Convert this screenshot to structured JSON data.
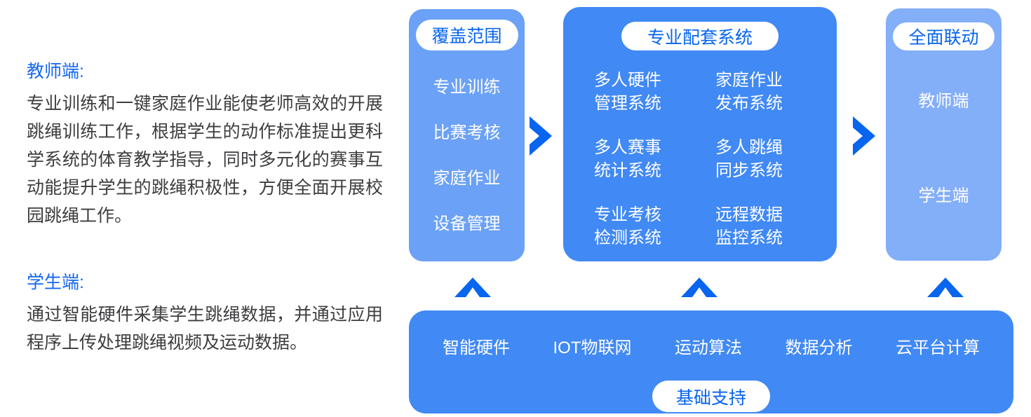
{
  "left_panel": {
    "teacher": {
      "label": "教师端:",
      "description": "专业训练和一键家庭作业能使老师高效的开展跳绳训练工作，根据学生的动作标准提出更科学系统的体育教学指导，同时多元化的赛事互动能提升学生的跳绳积极性，方便全面开展校园跳绳工作。"
    },
    "student": {
      "label": "学生端:",
      "description": "通过智能硬件采集学生跳绳数据，并通过应用程序上传处理跳绳视频及运动数据。"
    }
  },
  "coverage_box": {
    "title": "覆盖范围",
    "items": [
      "专业训练",
      "比赛考核",
      "家庭作业",
      "设备管理"
    ]
  },
  "systems_box": {
    "title": "专业配套系统",
    "items": [
      {
        "line1": "多人硬件",
        "line2": "管理系统"
      },
      {
        "line1": "家庭作业",
        "line2": "发布系统"
      },
      {
        "line1": "多人赛事",
        "line2": "统计系统"
      },
      {
        "line1": "多人跳绳",
        "line2": "同步系统"
      },
      {
        "line1": "专业考核",
        "line2": "检测系统"
      },
      {
        "line1": "远程数据",
        "line2": "监控系统"
      }
    ]
  },
  "linkage_box": {
    "title": "全面联动",
    "items": [
      "教师端",
      "学生端"
    ]
  },
  "foundation_bar": {
    "title": "基础支持",
    "items": [
      "智能硬件",
      "IOT物联网",
      "运动算法",
      "数据分析",
      "云平台计算"
    ]
  },
  "icons": {
    "right_arrows": "chevron-right-icon",
    "up_arrows": "chevron-up-icon"
  },
  "colors": {
    "accent_blue": "#0765EE",
    "light_box": "#6BA1F6",
    "lighter_box": "#83AEF8",
    "dark_box": "#4189F4",
    "heading_blue": "#1567F0",
    "body_text": "#3D3D40",
    "box_text": "#FFFFFF"
  }
}
